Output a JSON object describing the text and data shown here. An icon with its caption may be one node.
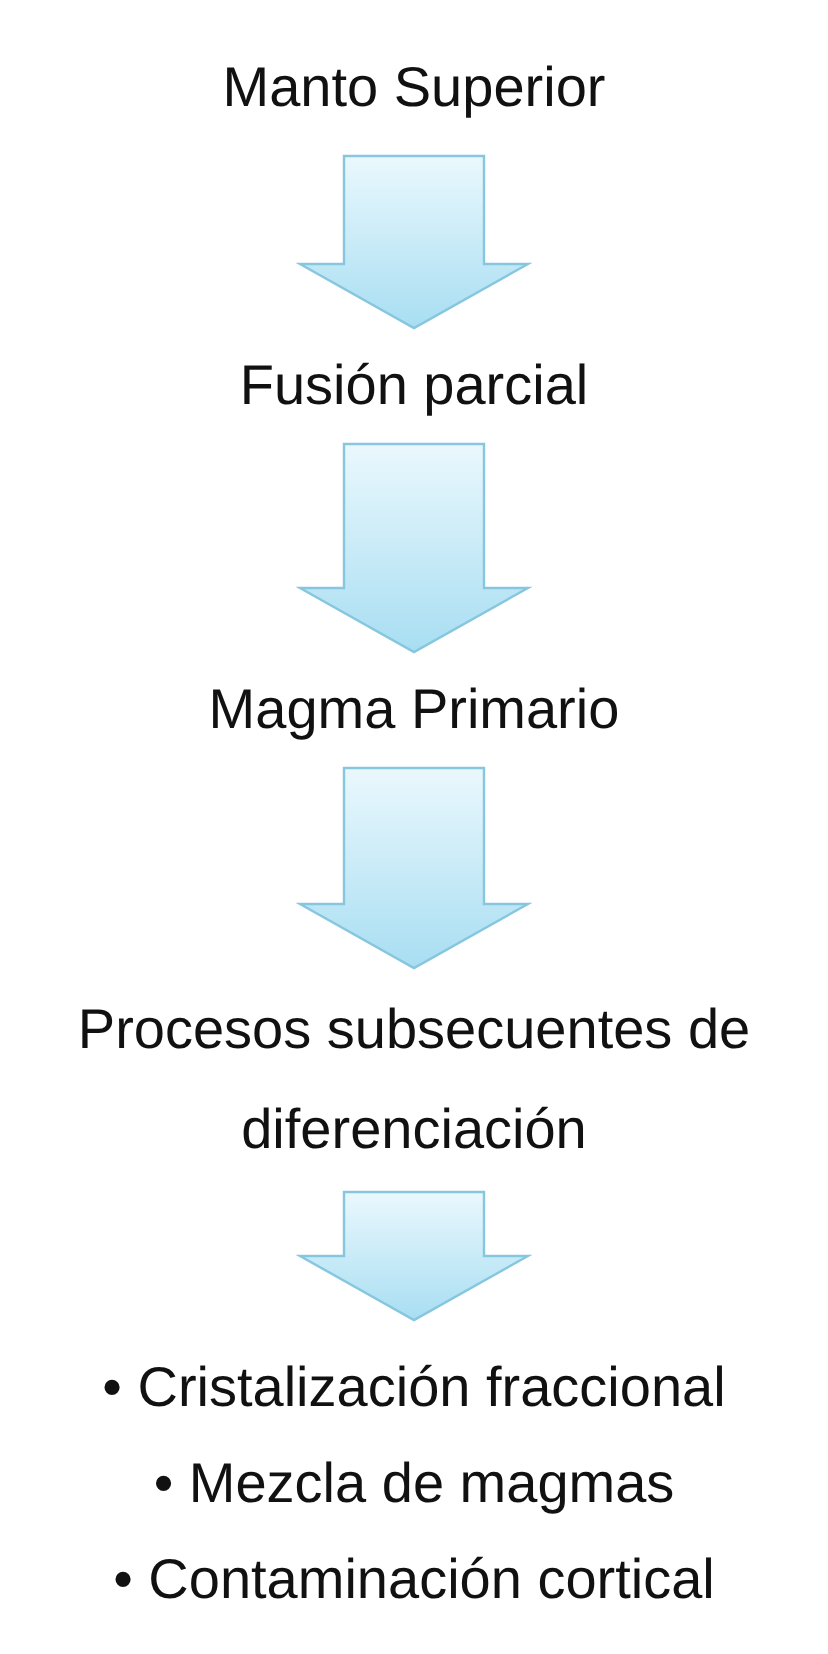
{
  "diagram": {
    "nodes": [
      {
        "text": [
          "Manto Superior"
        ]
      },
      {
        "text": [
          "Fusión parcial"
        ]
      },
      {
        "text": [
          "Magma Primario"
        ]
      },
      {
        "text": [
          "Procesos subsecuentes de diferenciación"
        ]
      },
      {
        "text": [
          "• Cristalización fraccional",
          "• Mezcla de magmas",
          "• Contaminación cortical"
        ]
      }
    ],
    "edges": [
      {
        "from": 0,
        "to": 1,
        "arrow": "to"
      },
      {
        "from": 1,
        "to": 2,
        "arrow": "to"
      },
      {
        "from": 2,
        "to": 3,
        "arrow": "to"
      },
      {
        "from": 3,
        "to": 4,
        "arrow": "to"
      }
    ]
  }
}
